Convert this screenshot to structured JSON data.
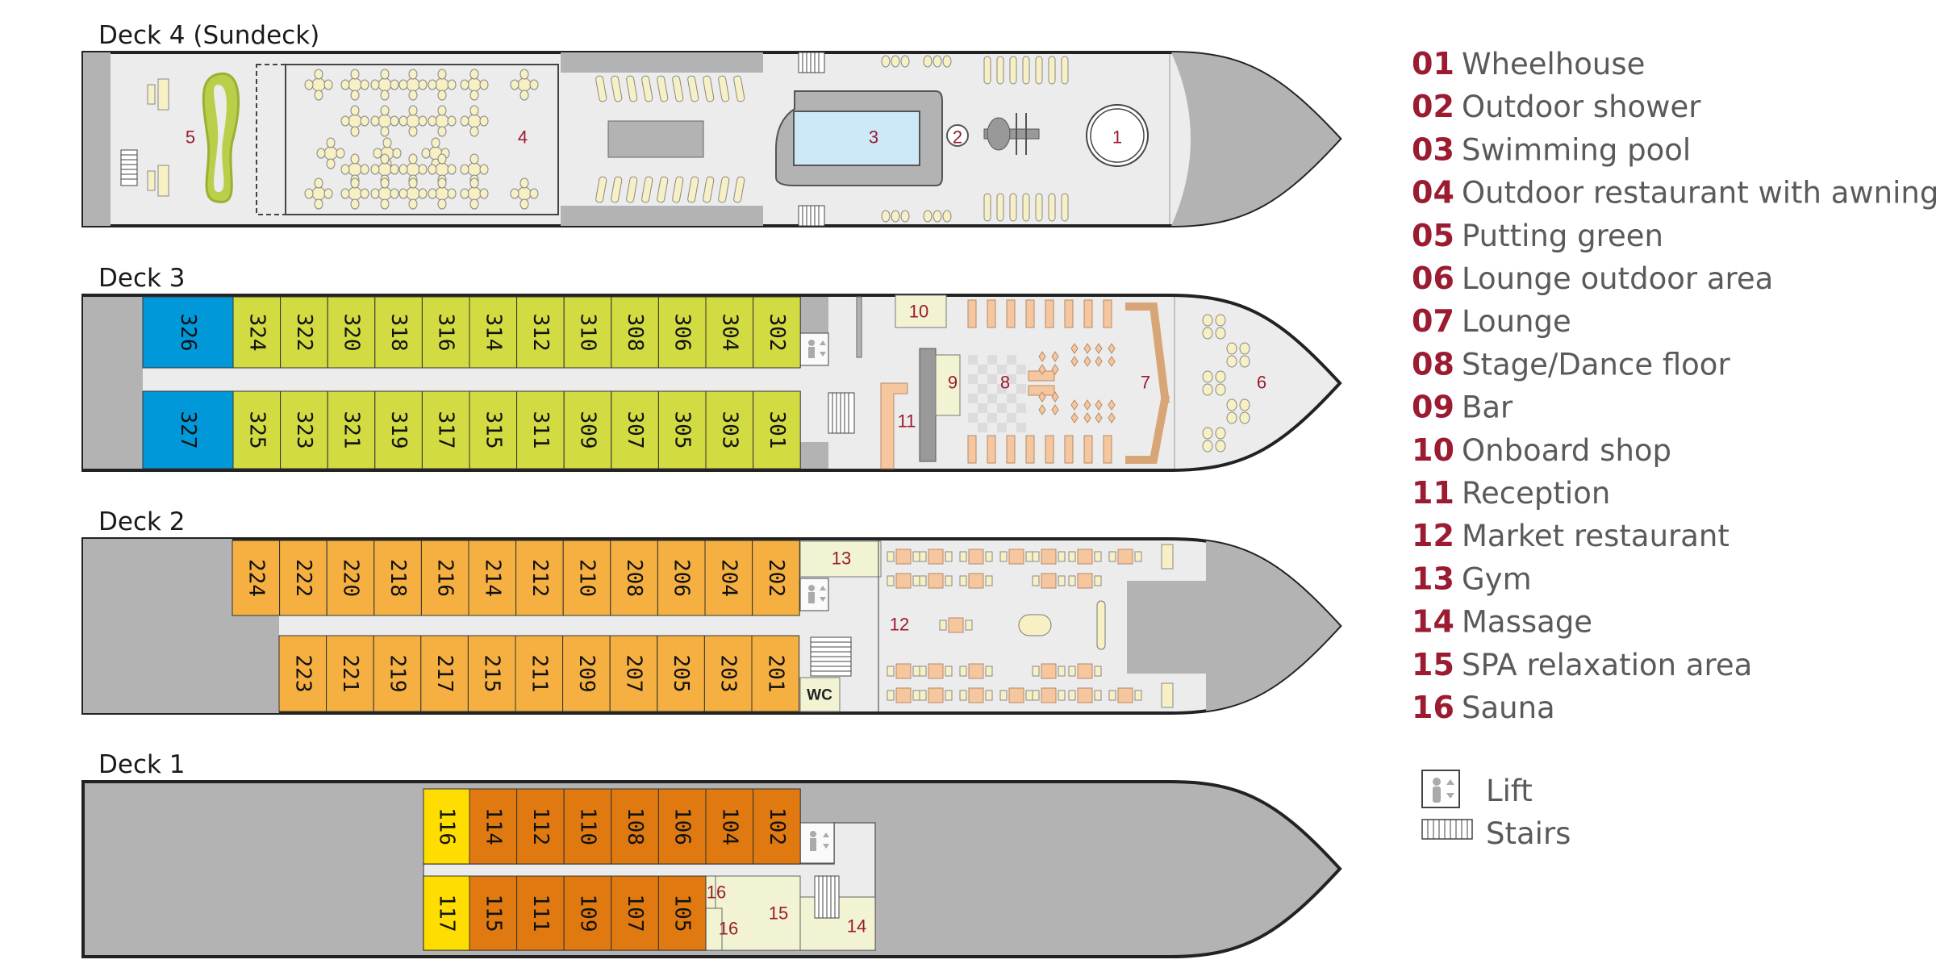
{
  "colors": {
    "hull_grey": "#b3b3b3",
    "deck_light": "#ececec",
    "cream": "#f7f0c4",
    "green_cabin": "#d2db41",
    "blue_cabin": "#0098d9",
    "orange_cabin": "#f5b041",
    "dark_orange_cabin": "#e07a10",
    "yellow_cabin": "#ffdd00",
    "spa": "#f1f3d3",
    "label_red": "#9b1b30",
    "pool": "#cde8f6"
  },
  "decks": [
    {
      "title": "Deck 4 (Sundeck)",
      "labels": {
        "a1": "1",
        "a2": "2",
        "a3": "3",
        "a4": "4",
        "a5": "5"
      }
    },
    {
      "title": "Deck 3",
      "labels": {
        "a6": "6",
        "a7": "7",
        "a8": "8",
        "a9": "9",
        "a10": "10",
        "a11": "11"
      },
      "top": [
        {
          "n": "326",
          "c": "blue_cabin"
        },
        {
          "n": "324",
          "c": "green_cabin"
        },
        {
          "n": "322",
          "c": "green_cabin"
        },
        {
          "n": "320",
          "c": "green_cabin"
        },
        {
          "n": "318",
          "c": "green_cabin"
        },
        {
          "n": "316",
          "c": "green_cabin"
        },
        {
          "n": "314",
          "c": "green_cabin"
        },
        {
          "n": "312",
          "c": "green_cabin"
        },
        {
          "n": "310",
          "c": "green_cabin"
        },
        {
          "n": "308",
          "c": "green_cabin"
        },
        {
          "n": "306",
          "c": "green_cabin"
        },
        {
          "n": "304",
          "c": "green_cabin"
        },
        {
          "n": "302",
          "c": "green_cabin"
        }
      ],
      "bottom": [
        {
          "n": "327",
          "c": "blue_cabin"
        },
        {
          "n": "325",
          "c": "green_cabin"
        },
        {
          "n": "323",
          "c": "green_cabin"
        },
        {
          "n": "321",
          "c": "green_cabin"
        },
        {
          "n": "319",
          "c": "green_cabin"
        },
        {
          "n": "317",
          "c": "green_cabin"
        },
        {
          "n": "315",
          "c": "green_cabin"
        },
        {
          "n": "311",
          "c": "green_cabin"
        },
        {
          "n": "309",
          "c": "green_cabin"
        },
        {
          "n": "307",
          "c": "green_cabin"
        },
        {
          "n": "305",
          "c": "green_cabin"
        },
        {
          "n": "303",
          "c": "green_cabin"
        },
        {
          "n": "301",
          "c": "green_cabin"
        }
      ]
    },
    {
      "title": "Deck 2",
      "labels": {
        "a12": "12",
        "a13": "13",
        "wc": "WC"
      },
      "top": [
        {
          "n": "224",
          "c": "orange_cabin"
        },
        {
          "n": "222",
          "c": "orange_cabin"
        },
        {
          "n": "220",
          "c": "orange_cabin"
        },
        {
          "n": "218",
          "c": "orange_cabin"
        },
        {
          "n": "216",
          "c": "orange_cabin"
        },
        {
          "n": "214",
          "c": "orange_cabin"
        },
        {
          "n": "212",
          "c": "orange_cabin"
        },
        {
          "n": "210",
          "c": "orange_cabin"
        },
        {
          "n": "208",
          "c": "orange_cabin"
        },
        {
          "n": "206",
          "c": "orange_cabin"
        },
        {
          "n": "204",
          "c": "orange_cabin"
        },
        {
          "n": "202",
          "c": "orange_cabin"
        }
      ],
      "bottom": [
        {
          "n": "223",
          "c": "orange_cabin"
        },
        {
          "n": "221",
          "c": "orange_cabin"
        },
        {
          "n": "219",
          "c": "orange_cabin"
        },
        {
          "n": "217",
          "c": "orange_cabin"
        },
        {
          "n": "215",
          "c": "orange_cabin"
        },
        {
          "n": "211",
          "c": "orange_cabin"
        },
        {
          "n": "209",
          "c": "orange_cabin"
        },
        {
          "n": "207",
          "c": "orange_cabin"
        },
        {
          "n": "205",
          "c": "orange_cabin"
        },
        {
          "n": "203",
          "c": "orange_cabin"
        },
        {
          "n": "201",
          "c": "orange_cabin"
        }
      ]
    },
    {
      "title": "Deck 1",
      "labels": {
        "a14": "14",
        "a15": "15",
        "a16a": "16",
        "a16b": "16"
      },
      "top": [
        {
          "n": "116",
          "c": "yellow_cabin"
        },
        {
          "n": "114",
          "c": "dark_orange_cabin"
        },
        {
          "n": "112",
          "c": "dark_orange_cabin"
        },
        {
          "n": "110",
          "c": "dark_orange_cabin"
        },
        {
          "n": "108",
          "c": "dark_orange_cabin"
        },
        {
          "n": "106",
          "c": "dark_orange_cabin"
        },
        {
          "n": "104",
          "c": "dark_orange_cabin"
        },
        {
          "n": "102",
          "c": "dark_orange_cabin"
        }
      ],
      "bottom": [
        {
          "n": "117",
          "c": "yellow_cabin"
        },
        {
          "n": "115",
          "c": "dark_orange_cabin"
        },
        {
          "n": "111",
          "c": "dark_orange_cabin"
        },
        {
          "n": "109",
          "c": "dark_orange_cabin"
        },
        {
          "n": "107",
          "c": "dark_orange_cabin"
        },
        {
          "n": "105",
          "c": "dark_orange_cabin"
        }
      ]
    }
  ],
  "legend": [
    {
      "num": "01",
      "label": "Wheelhouse"
    },
    {
      "num": "02",
      "label": "Outdoor shower"
    },
    {
      "num": "03",
      "label": "Swimming pool"
    },
    {
      "num": "04",
      "label": "Outdoor restaurant with awnings"
    },
    {
      "num": "05",
      "label": "Putting green"
    },
    {
      "num": "06",
      "label": "Lounge outdoor area"
    },
    {
      "num": "07",
      "label": "Lounge"
    },
    {
      "num": "08",
      "label": "Stage/Dance floor"
    },
    {
      "num": "09",
      "label": "Bar"
    },
    {
      "num": "10",
      "label": "Onboard shop"
    },
    {
      "num": "11",
      "label": "Reception"
    },
    {
      "num": "12",
      "label": "Market restaurant"
    },
    {
      "num": "13",
      "label": "Gym"
    },
    {
      "num": "14",
      "label": "Massage"
    },
    {
      "num": "15",
      "label": "SPA relaxation area"
    },
    {
      "num": "16",
      "label": "Sauna"
    }
  ],
  "symbols": {
    "lift": "Lift",
    "stairs": "Stairs"
  }
}
